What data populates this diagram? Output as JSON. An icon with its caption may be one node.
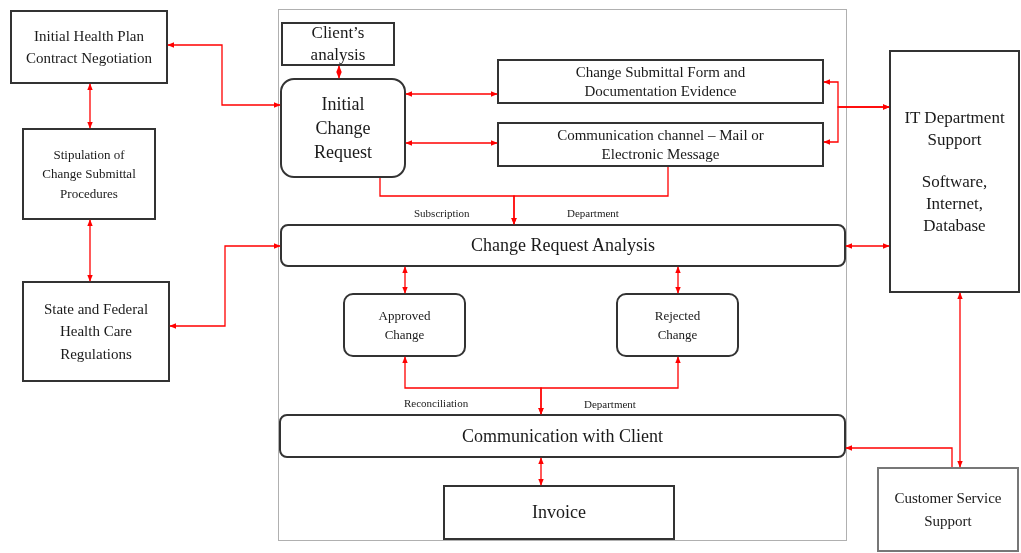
{
  "diagram": {
    "nodes": [
      {
        "text": [
          "Initial Health Plan Contract Negotiation"
        ]
      },
      {
        "text": [
          "Stipulation of Change Submittal Procedures"
        ]
      },
      {
        "text": [
          "State and Federal Health Care Regulations"
        ]
      },
      {
        "text": [],
        "shape": "box"
      },
      {
        "text": [
          "Client’s analysis"
        ],
        "in": 3
      },
      {
        "text": [
          "Initial Change Request"
        ],
        "in": 3
      },
      {
        "text": [
          "Change Submittal Form and Documentation Evidence"
        ],
        "in": 3
      },
      {
        "text": [
          "Communication channel – Mail or Electronic Message"
        ],
        "in": 3
      },
      {
        "text": [
          "Change Request Analysis"
        ],
        "in": 3
      },
      {
        "text": [
          "Approved Change"
        ],
        "in": 3
      },
      {
        "text": [
          "Rejected Change"
        ],
        "in": 3
      },
      {
        "text": [
          "Communication with Client"
        ],
        "in": 3
      },
      {
        "text": [
          "Invoice"
        ],
        "in": 3
      },
      {
        "text": [
          "IT Department Support",
          "Software, Internet, Database"
        ]
      },
      {
        "text": [
          "Customer Service Support"
        ]
      }
    ],
    "edges": [
      {
        "from": 0,
        "to": 5,
        "arrow": "both"
      },
      {
        "from": 0,
        "to": 1,
        "arrow": "both"
      },
      {
        "from": 1,
        "to": 2,
        "arrow": "both"
      },
      {
        "from": 2,
        "to": 8,
        "arrow": "both"
      },
      {
        "from": 4,
        "to": 5,
        "arrow": "both"
      },
      {
        "from": 5,
        "to": 6,
        "arrow": "both"
      },
      {
        "from": 5,
        "to": 7,
        "arrow": "both"
      },
      {
        "from": 13,
        "to": 6,
        "arrow": "both"
      },
      {
        "from": 13,
        "to": 7,
        "arrow": "both"
      },
      {
        "from": 5,
        "to": 8,
        "arrow": "to",
        "label": "Subscription"
      },
      {
        "from": 7,
        "to": 8,
        "arrow": "to",
        "label": "Department"
      },
      {
        "from": 8,
        "to": 13,
        "arrow": "both"
      },
      {
        "from": 8,
        "to": 9,
        "arrow": "both"
      },
      {
        "from": 8,
        "to": 10,
        "arrow": "both"
      },
      {
        "from": 9,
        "to": 11,
        "arrow": "both",
        "label": "Reconciliation"
      },
      {
        "from": 10,
        "to": 11,
        "arrow": "both",
        "label": "Department"
      },
      {
        "from": 11,
        "to": 12,
        "arrow": "both"
      },
      {
        "from": 14,
        "to": 13,
        "arrow": "both"
      },
      {
        "from": 14,
        "to": 11,
        "arrow": "to"
      }
    ]
  }
}
